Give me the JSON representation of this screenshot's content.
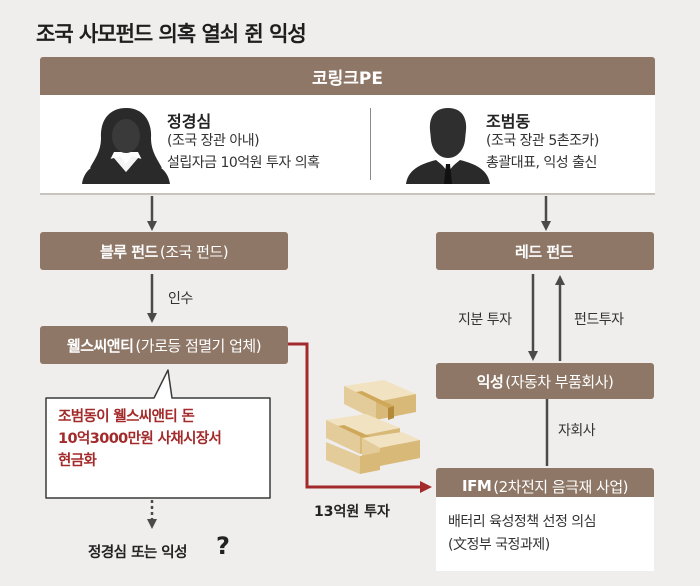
{
  "title": "조국 사모펀드 의혹 열쇠 쥔 익성",
  "top": {
    "label": "코링크PE",
    "left_person": {
      "name": "정경심",
      "line1": "(조국 장관 아내)",
      "line2": "설립자금 10억원 투자 의혹"
    },
    "right_person": {
      "name": "조범동",
      "line1": "(조국 장관 5촌조카)",
      "line2": "총괄대표, 익성 출신"
    }
  },
  "blue_fund": {
    "bold": "블루 펀드",
    "light": "(조국 펀드)"
  },
  "acquire_label": "인수",
  "wells": {
    "bold": "웰스씨앤티",
    "light": "(가로등 점멸기 업체)"
  },
  "callout": {
    "line1": "조범동이 웰스씨앤티 돈",
    "line2": "10억3000만원 사채시장서",
    "line3": "현금화"
  },
  "question": {
    "text": "정경심 또는 익성",
    "mark": "?"
  },
  "red_fund": {
    "bold": "레드 펀드"
  },
  "equity_invest_label": "지분 투자",
  "fund_invest_label": "펀드투자",
  "iksung": {
    "bold": "익성",
    "light": "(자동차 부품회사)"
  },
  "subsidiary_label": "자회사",
  "ifm": {
    "bold": "IFM",
    "light": "(2차전지 음극재 사업)"
  },
  "ifm_desc": {
    "line1": "배터리 육성정책 선정 의심",
    "line2": "(文정부 국정과제)"
  },
  "investment_label": "13억원 투자",
  "colors": {
    "box": "#8e7766",
    "accent_red": "#a32a2a",
    "arrow": "#4a4a4a",
    "background": "#efeeed"
  }
}
